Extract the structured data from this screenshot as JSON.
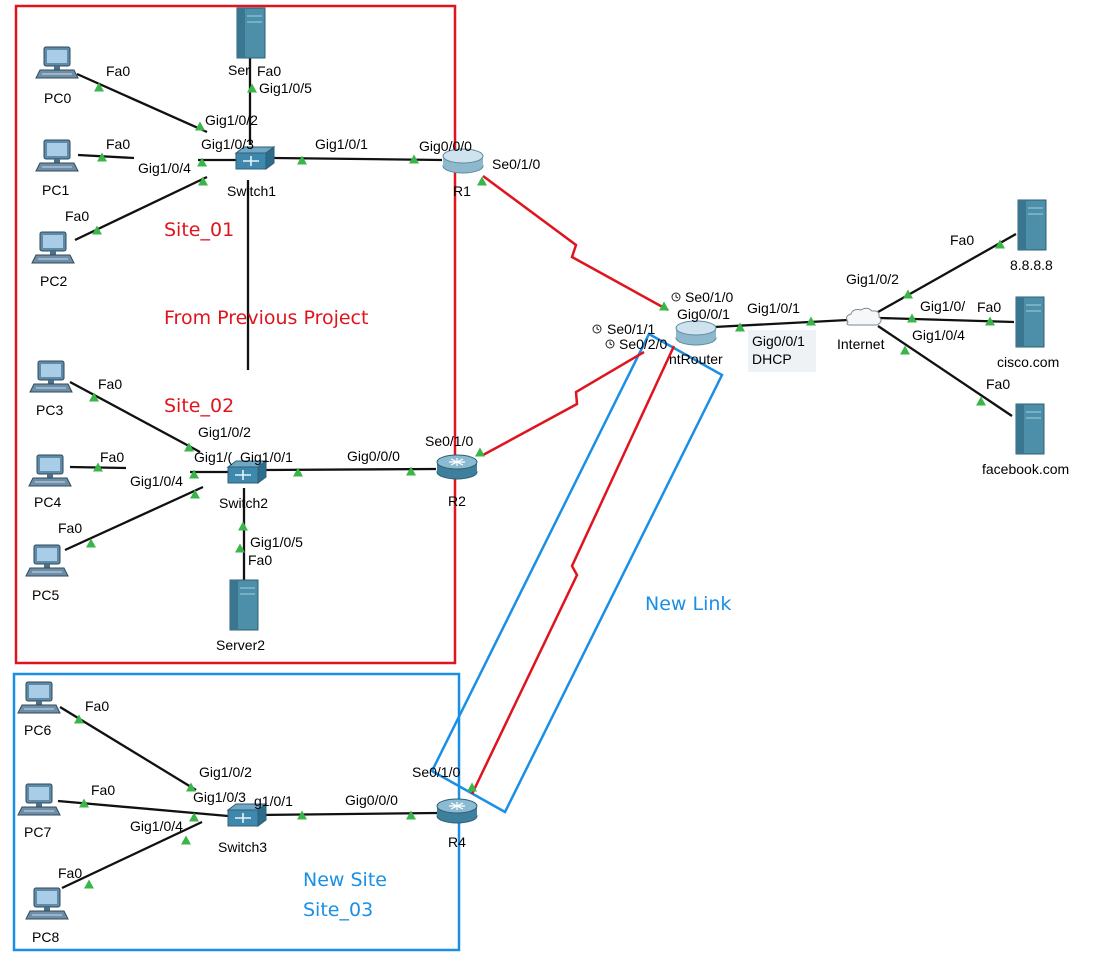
{
  "colors": {
    "site_box_red": "#e0141e",
    "site_box_blue": "#1a8fe6",
    "serial_link": "#e0141e",
    "cable": "#111111",
    "port_up": "#39b54a"
  },
  "annotations": {
    "site_01": "Site_01",
    "from_previous": "From Previous Project",
    "site_02": "Site_02",
    "new_link": "New Link",
    "new_site_line1": "New Site",
    "new_site_line2": "Site_03"
  },
  "devices": {
    "pc0": "PC0",
    "pc1": "PC1",
    "pc2": "PC2",
    "pc3": "PC3",
    "pc4": "PC4",
    "pc5": "PC5",
    "pc6": "PC6",
    "pc7": "PC7",
    "pc8": "PC8",
    "server1": "Ser",
    "server2": "Server2",
    "switch1": "Switch1",
    "switch2": "Switch2",
    "switch3": "Switch3",
    "r1": "R1",
    "r2": "R2",
    "r4": "R4",
    "isp_router": "ntRouter",
    "internet": "Internet",
    "dns": "8.8.8.8",
    "cisco": "cisco.com",
    "facebook": "facebook.com",
    "dhcp": "DHCP"
  },
  "ports": {
    "pc0_fa0": "Fa0",
    "pc1_fa0": "Fa0",
    "pc2_fa0": "Fa0",
    "server1_fa0": "Fa0",
    "s1_g105": "Gig1/0/5",
    "s1_g102": "Gig1/0/2",
    "s1_g103": "Gig1/0/3",
    "s1_g104": "Gig1/0/4",
    "s1_g101": "Gig1/0/1",
    "r1_g000": "Gig0/0/0",
    "r1_se010": "Se0/1/0",
    "pc3_fa0": "Fa0",
    "pc4_fa0": "Fa0",
    "pc5_fa0": "Fa0",
    "s2_g102": "Gig1/0/2",
    "s2_g10x": "Gig1/(",
    "s2_g101": "Gig1/0/1",
    "s2_g104": "Gig1/0/4",
    "s2_g105": "Gig1/0/5",
    "server2_fa0": "Fa0",
    "r2_g000": "Gig0/0/0",
    "r2_se010": "Se0/1/0",
    "pc6_fa0": "Fa0",
    "pc7_fa0": "Fa0",
    "pc8_fa0": "Fa0",
    "s3_g102": "Gig1/0/2",
    "s3_g103": "Gig1/0/3",
    "s3_g101": "g1/0/1",
    "s3_g104": "Gig1/0/4",
    "r4_g000": "Gig0/0/0",
    "r4_se010": "Se0/1/0",
    "isp_se010": "Se0/1/0",
    "isp_g001": "Gig0/0/1",
    "isp_se011": "Se0/1/1",
    "isp_se020": "Se0/2/0",
    "isp_g101": "Gig1/0/1",
    "isp_g001b": "Gig0/0/1",
    "inet_g102": "Gig1/0/2",
    "inet_g10x": "Gig1/0/",
    "inet_g104": "Gig1/0/4",
    "dns_fa0": "Fa0",
    "cisco_fa0": "Fa0",
    "facebook_fa0": "Fa0"
  }
}
